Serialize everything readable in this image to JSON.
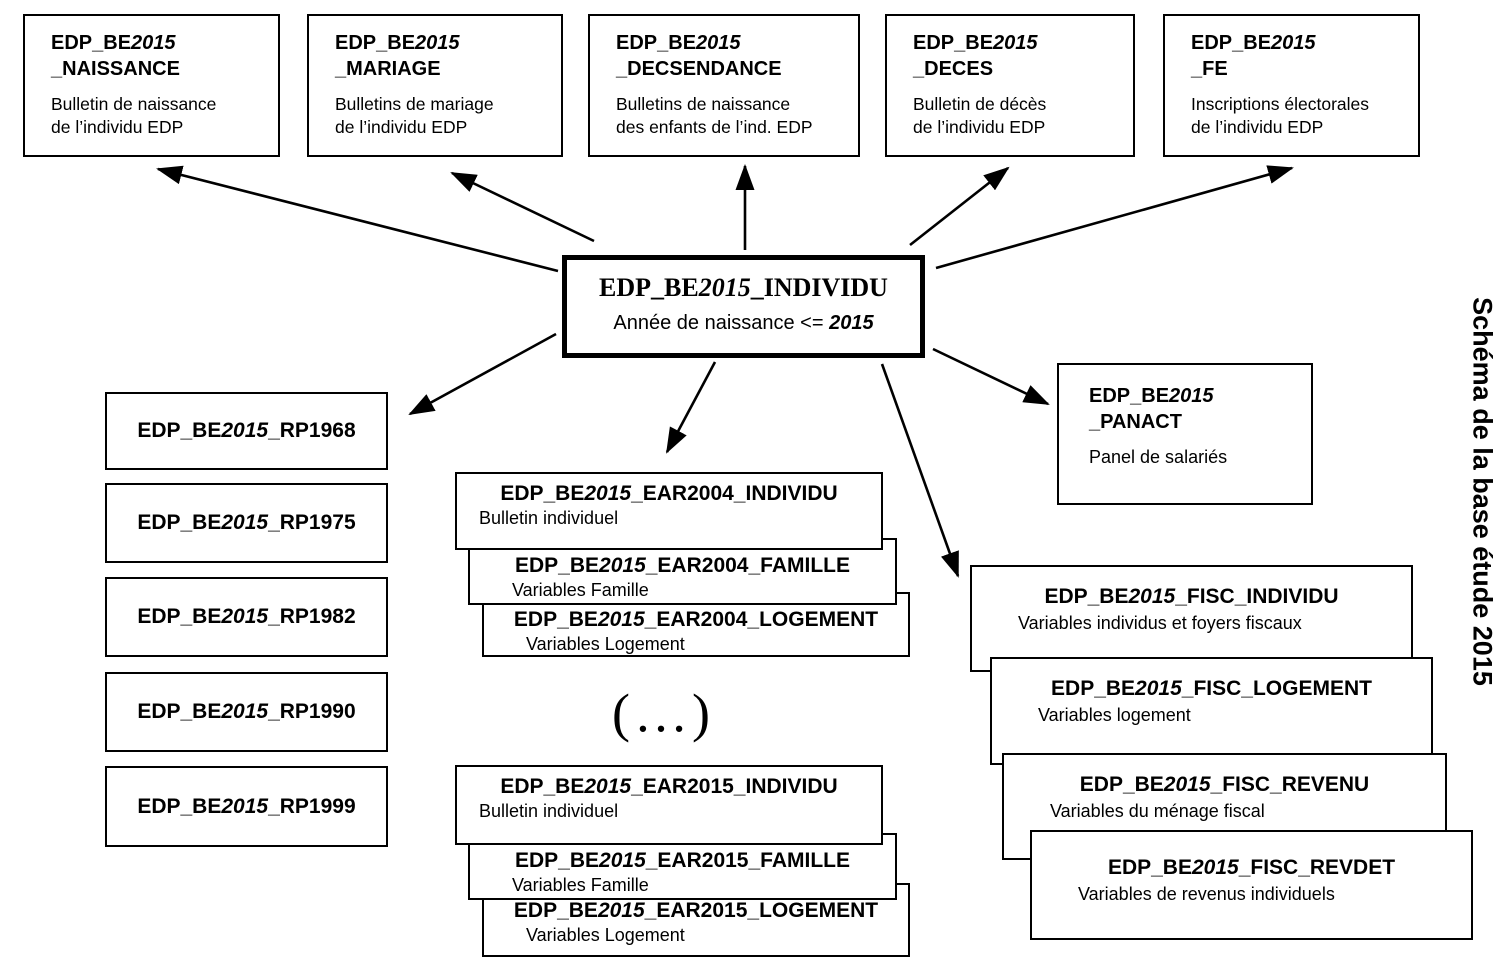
{
  "page": {
    "side_caption": "Schéma de la base étude 2015",
    "ellipsis": "(…)"
  },
  "center": {
    "title_prefix": "EDP_BE",
    "title_year": "2015",
    "title_suffix": "_INDIVIDU",
    "subtitle_prefix": "Année de naissance <= ",
    "subtitle_year": "2015"
  },
  "top_boxes": [
    {
      "title_prefix": "EDP_BE",
      "title_year": "2015",
      "title_suffix": "_NAISSANCE",
      "subtitle_line1": "Bulletin de naissance",
      "subtitle_line2": "de l’individu EDP"
    },
    {
      "title_prefix": "EDP_BE",
      "title_year": "2015",
      "title_suffix": "_MARIAGE",
      "subtitle_line1": "Bulletins de mariage",
      "subtitle_line2": "de l’individu EDP"
    },
    {
      "title_prefix": "EDP_BE",
      "title_year": "2015",
      "title_suffix": "_DECSENDANCE",
      "subtitle_line1": "Bulletins de naissance",
      "subtitle_line2": "des enfants de l’ind. EDP"
    },
    {
      "title_prefix": "EDP_BE",
      "title_year": "2015",
      "title_suffix": "_DECES",
      "subtitle_line1": "Bulletin de décès",
      "subtitle_line2": "de l’individu EDP"
    },
    {
      "title_prefix": "EDP_BE",
      "title_year": "2015",
      "title_suffix": "_FE",
      "subtitle_line1": "Inscriptions électorales",
      "subtitle_line2": "de l’individu EDP"
    }
  ],
  "rp_boxes": [
    {
      "title_prefix": "EDP_BE",
      "title_year": "2015",
      "title_suffix": "_RP1968"
    },
    {
      "title_prefix": "EDP_BE",
      "title_year": "2015",
      "title_suffix": "_RP1975"
    },
    {
      "title_prefix": "EDP_BE",
      "title_year": "2015",
      "title_suffix": "_RP1982"
    },
    {
      "title_prefix": "EDP_BE",
      "title_year": "2015",
      "title_suffix": "_RP1990"
    },
    {
      "title_prefix": "EDP_BE",
      "title_year": "2015",
      "title_suffix": "_RP1999"
    }
  ],
  "ear2004": [
    {
      "title_prefix": "EDP_BE",
      "title_year": "2015",
      "title_suffix": "_EAR2004_INDIVIDU",
      "subtitle": "Bulletin individuel"
    },
    {
      "title_prefix": "EDP_BE",
      "title_year": "2015",
      "title_suffix": "_EAR2004_FAMILLE",
      "subtitle": "Variables Famille"
    },
    {
      "title_prefix": "EDP_BE",
      "title_year": "2015",
      "title_suffix": "_EAR2004_LOGEMENT",
      "subtitle": "Variables Logement"
    }
  ],
  "ear2015": [
    {
      "title_prefix": "EDP_BE",
      "title_year": "2015",
      "title_suffix": "_EAR2015_INDIVIDU",
      "subtitle": "Bulletin individuel"
    },
    {
      "title_prefix": "EDP_BE",
      "title_year": "2015",
      "title_suffix": "_EAR2015_FAMILLE",
      "subtitle": "Variables Famille"
    },
    {
      "title_prefix": "EDP_BE",
      "title_year": "2015",
      "title_suffix": "_EAR2015_LOGEMENT",
      "subtitle": "Variables Logement"
    }
  ],
  "panact": {
    "title_prefix": "EDP_BE",
    "title_year": "2015",
    "title_suffix": "_PANACT",
    "subtitle": "Panel de salariés"
  },
  "fisc": [
    {
      "title_prefix": "EDP_BE",
      "title_year": "2015",
      "title_suffix": "_FISC_INDIVIDU",
      "subtitle": "Variables individus et foyers fiscaux"
    },
    {
      "title_prefix": "EDP_BE",
      "title_year": "2015",
      "title_suffix": "_FISC_LOGEMENT",
      "subtitle": "Variables logement"
    },
    {
      "title_prefix": "EDP_BE",
      "title_year": "2015",
      "title_suffix": "_FISC_REVENU",
      "subtitle": "Variables du ménage fiscal"
    },
    {
      "title_prefix": "EDP_BE",
      "title_year": "2015",
      "title_suffix": "_FISC_REVDET",
      "subtitle": "Variables de revenus individuels"
    }
  ]
}
